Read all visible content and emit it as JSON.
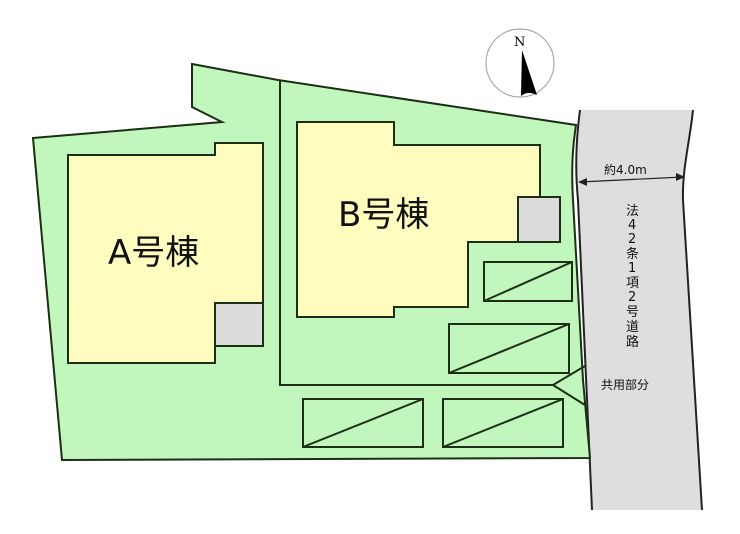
{
  "plan": {
    "building_a": {
      "label": "A号棟"
    },
    "building_b": {
      "label": "B号棟"
    },
    "compass": {
      "label": "N"
    },
    "road": {
      "width_label": "約4.0m",
      "name_chars": [
        "法",
        "4",
        "2",
        "条",
        "1",
        "項",
        "2",
        "号",
        "道",
        "路"
      ]
    },
    "shared_area": {
      "label": "共用部分"
    },
    "parking_spaces": 4
  },
  "colors": {
    "lot": "#c1f7bd",
    "building": "#fefcbf",
    "gray": "#dcdcdc",
    "road": "#dedede",
    "outline": "#1c2e14"
  }
}
